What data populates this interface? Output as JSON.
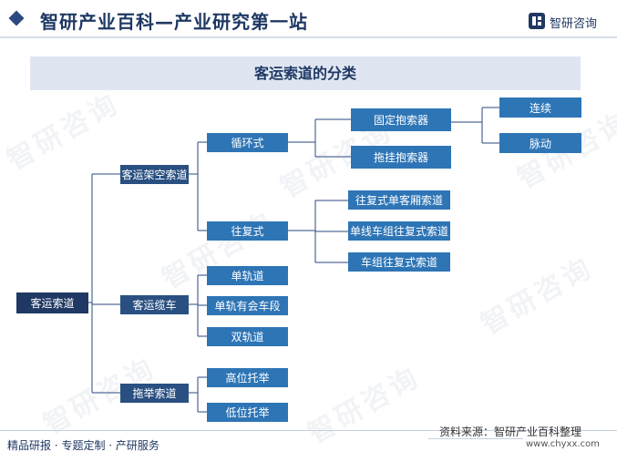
{
  "header": {
    "title": "智研产业百科—产业研究第一站",
    "logo_text": "智研咨询"
  },
  "banner": {
    "title": "客运索道的分类"
  },
  "watermark": {
    "text": "智研咨询"
  },
  "tree": {
    "root": "客运索道",
    "level1": [
      "客运架空索道",
      "客运缆车",
      "拖举索道"
    ],
    "aerial": {
      "types": [
        "循环式",
        "往复式"
      ],
      "circulating": [
        "固定抱索器",
        "拖挂抱索器"
      ],
      "fixed_grip": [
        "连续",
        "脉动"
      ],
      "reciprocating": [
        "往复式单客厢索道",
        "单线车组往复式索道",
        "车组往复式索道"
      ]
    },
    "funicular": [
      "单轨道",
      "单轨有会车段",
      "双轨道"
    ],
    "surface_lift": [
      "高位托举",
      "低位托举"
    ]
  },
  "footer": {
    "left": "精品研报 · 专题定制 · 产研服务",
    "source": "资料来源：智研产业百科整理",
    "url": "www.chyxx.com"
  },
  "colors": {
    "root": "#1f3864",
    "level1": "#2a5082",
    "leaf": "#2e75b6",
    "banner": "#dfe6f1",
    "connector": "#2a4a7f"
  }
}
